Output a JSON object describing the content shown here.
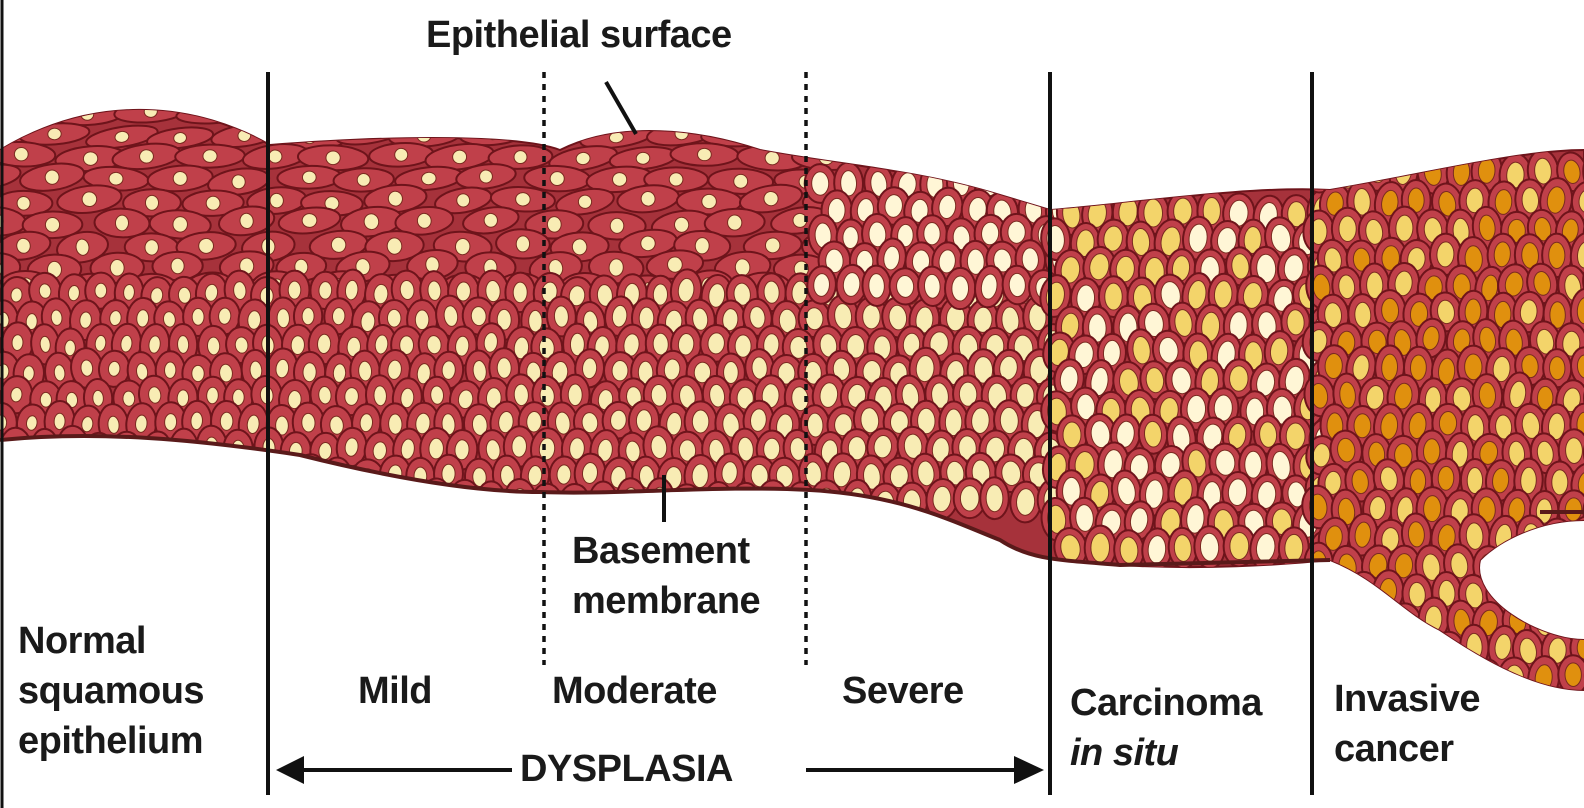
{
  "labels": {
    "epithelial_surface": "Epithelial surface",
    "basement_line1": "Basement",
    "basement_line2": "membrane",
    "normal_line1": "Normal",
    "normal_line2": "squamous",
    "normal_line3": "epithelium",
    "mild": "Mild",
    "moderate": "Moderate",
    "severe": "Severe",
    "cis_line1": "Carcinoma",
    "cis_line2": "in situ",
    "invasive_line1": "Invasive",
    "invasive_line2": "cancer",
    "dysplasia": "DYSPLASIA"
  },
  "colors": {
    "cell_fill": "#c0404a",
    "cell_edge": "#6e141b",
    "tissue_bg": "#a6323b",
    "nucleus_pale": "#f8ecb4",
    "nucleus_light": "#fff6d6",
    "nucleus_yellow": "#f3d46a",
    "nucleus_orange": "#e0900e",
    "membrane": "#5a1a1a",
    "lines": "#111111"
  }
}
